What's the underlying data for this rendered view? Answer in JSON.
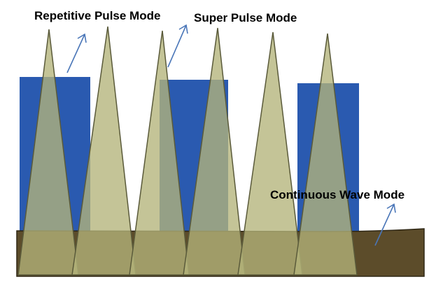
{
  "labels": {
    "repetitive_pulse": "Repetitive Pulse Mode",
    "super_pulse": "Super Pulse Mode",
    "continuous_wave": "Continuous Wave Mode"
  },
  "colors": {
    "repetitive_pulse_fill": "#2a5ab0",
    "super_pulse_fill": "#b4b47a",
    "super_pulse_stroke": "#5a5a3a",
    "continuous_wave_fill": "#5c4c2a",
    "arrow": "#4a76b8"
  }
}
